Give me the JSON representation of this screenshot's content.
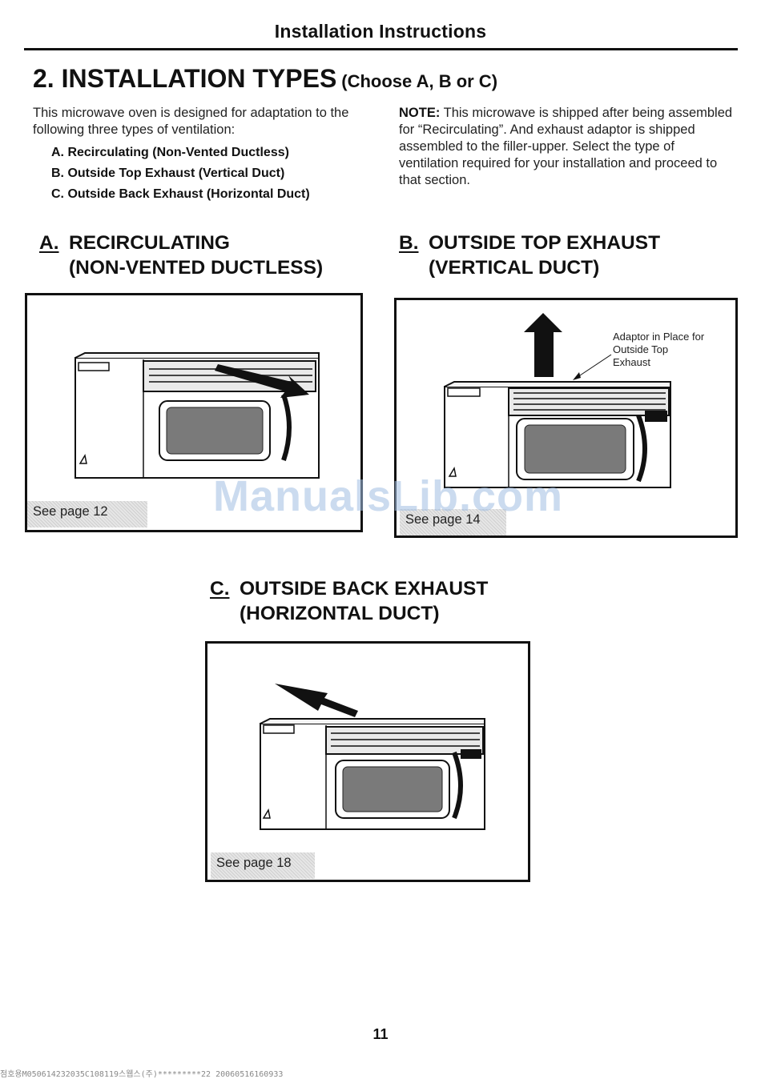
{
  "header": "Installation Instructions",
  "section": {
    "title": "2. INSTALLATION TYPES",
    "subtitle": "(Choose A, B or C)"
  },
  "intro": {
    "text": "This microwave oven is designed for adaptation to the following three types of ventilation:",
    "options": [
      "A. Recirculating (Non-Vented Ductless)",
      "B. Outside Top Exhaust (Vertical Duct)",
      "C. Outside Back Exhaust (Horizontal Duct)"
    ]
  },
  "note": {
    "label": "NOTE:",
    "text": "This microwave is shipped after being assembled for “Recirculating”. And exhaust adaptor is shipped assembled to the filler-upper. Select the type of ventilation required for your installation and proceed to that section."
  },
  "types": {
    "a": {
      "letter": "A.",
      "line1": "RECIRCULATING",
      "line2": "(NON-VENTED DUCTLESS)",
      "see_page": "See page 12"
    },
    "b": {
      "letter": "B.",
      "line1": "OUTSIDE TOP EXHAUST",
      "line2": "(VERTICAL DUCT)",
      "see_page": "See page 14",
      "callout": [
        "Adaptor in Place for",
        "Outside Top",
        "Exhaust"
      ]
    },
    "c": {
      "letter": "C.",
      "line1": "OUTSIDE BACK EXHAUST",
      "line2": "(HORIZONTAL DUCT)",
      "see_page": "See page 18"
    }
  },
  "watermark": "ManualsLib.com",
  "page_number": "11",
  "footer": "점호용M050614232035C108119스웹스(주)*********22 20060516160933"
}
